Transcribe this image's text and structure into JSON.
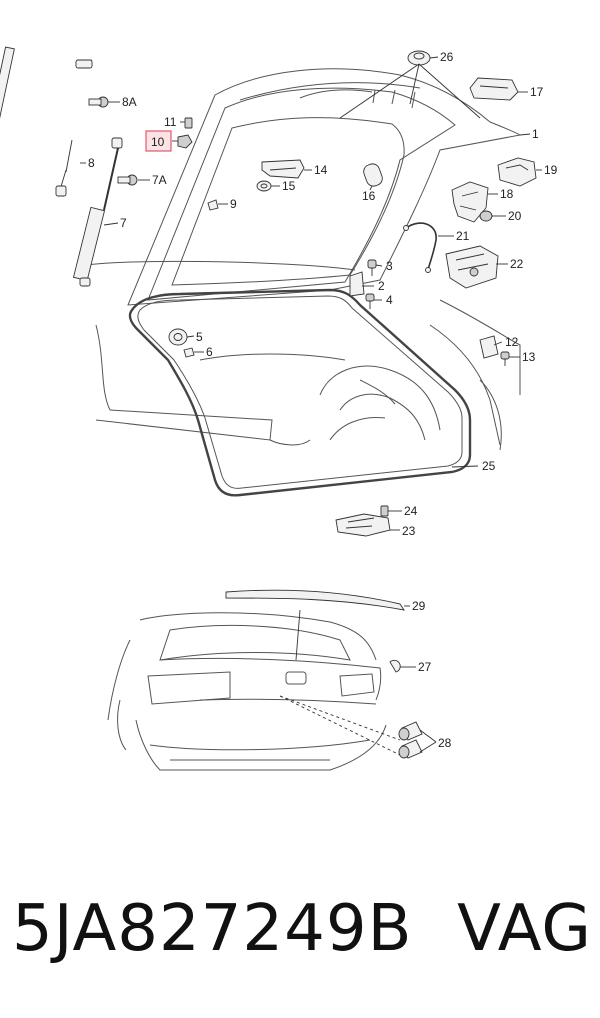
{
  "callouts": {
    "c1": "1",
    "c2": "2",
    "c3": "3",
    "c4": "4",
    "c5": "5",
    "c6": "6",
    "c7": "7",
    "c7a": "7A",
    "c8": "8",
    "c8a": "8A",
    "c9": "9",
    "c10": "10",
    "c11": "11",
    "c12": "12",
    "c13": "13",
    "c14": "14",
    "c15": "15",
    "c16": "16",
    "c17": "17",
    "c18": "18",
    "c19": "19",
    "c20": "20",
    "c21": "21",
    "c22": "22",
    "c23": "23",
    "c24": "24",
    "c25": "25",
    "c26": "26",
    "c27": "27",
    "c28": "28",
    "c29": "29"
  },
  "highlight": {
    "callout": "10",
    "color": "#e05a6a",
    "fill": "#fbe3e6"
  },
  "footer": {
    "part_number": "5JA827249B",
    "brand": "VAG"
  }
}
